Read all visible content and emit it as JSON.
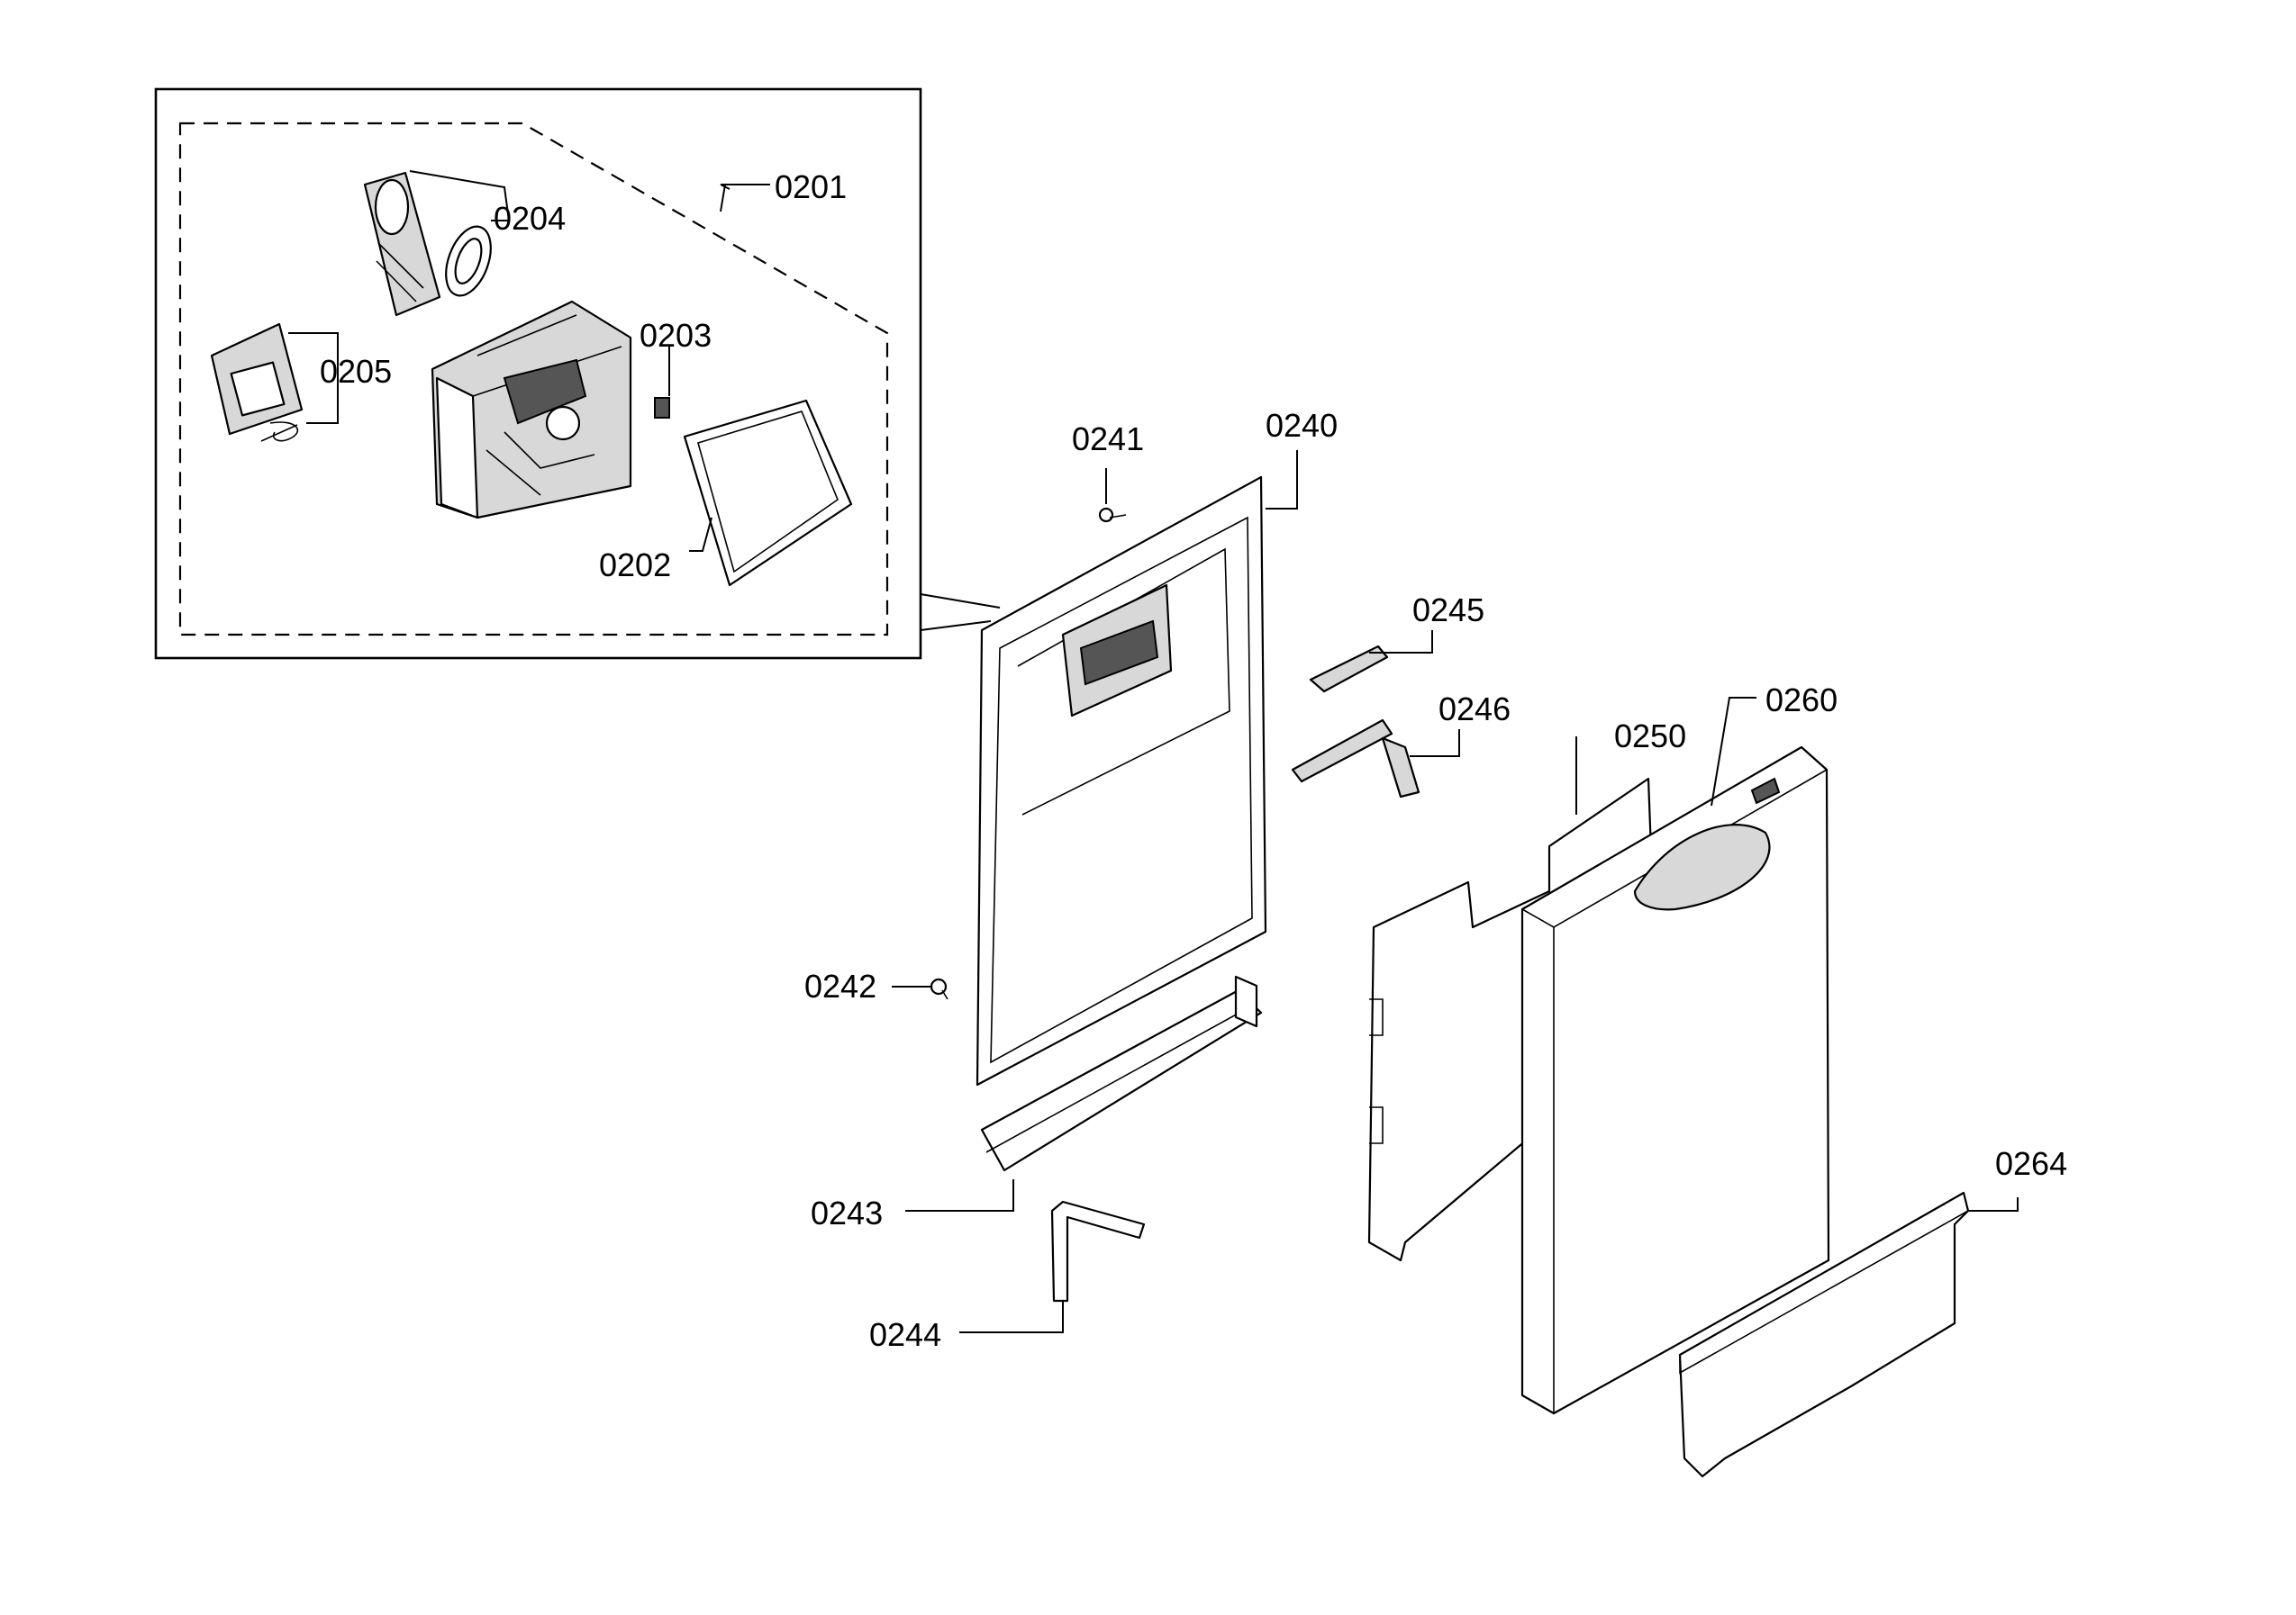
{
  "callouts": {
    "c0201": "0201",
    "c0202": "0202",
    "c0203": "0203",
    "c0204": "0204",
    "c0205": "0205",
    "c0240": "0240",
    "c0241": "0241",
    "c0242": "0242",
    "c0243": "0243",
    "c0244": "0244",
    "c0245": "0245",
    "c0246": "0246",
    "c0250": "0250",
    "c0260": "0260",
    "c0264": "0264"
  },
  "colors": {
    "line": "#000000",
    "background": "#ffffff"
  }
}
